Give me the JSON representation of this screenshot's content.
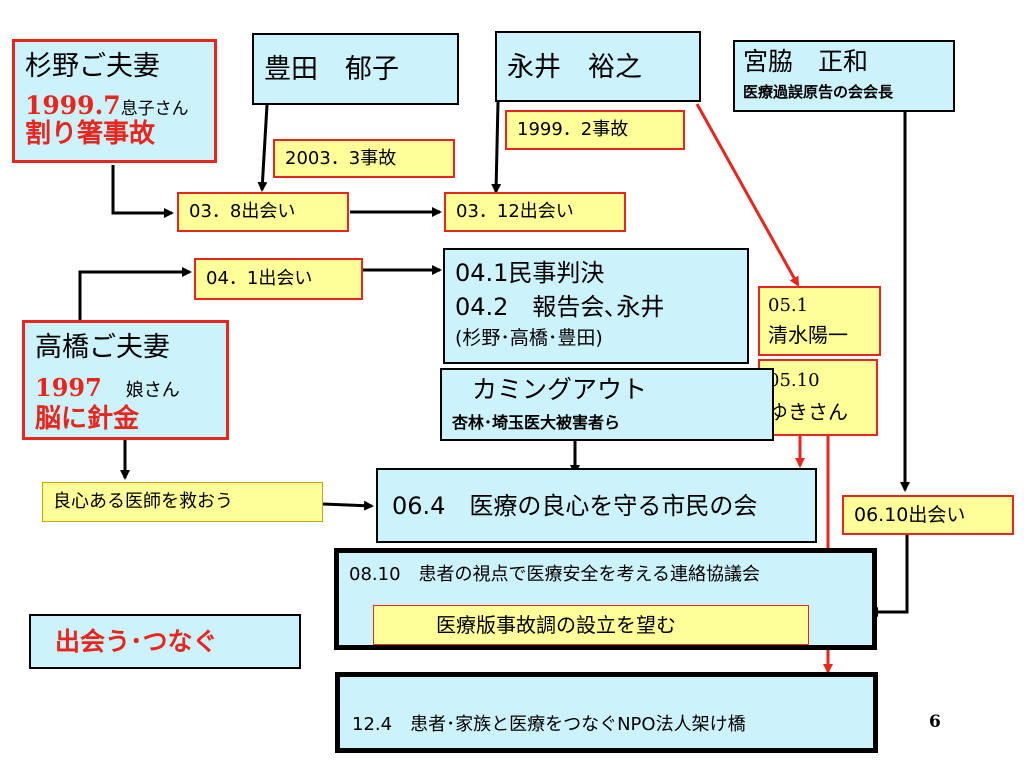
{
  "people": {
    "sugino": {
      "name": "杉野ご夫妻",
      "year": "1999.7",
      "detail": "息子さん",
      "incident": "割り箸事故"
    },
    "toyota": {
      "name": "豊田　郁子"
    },
    "nagai": {
      "name": "永井　裕之"
    },
    "miyawaki": {
      "name": "宮脇　正和",
      "role": "医療過誤原告の会会長"
    },
    "takahashi": {
      "name": "高橋ご夫妻",
      "year": "1997",
      "detail": "娘さん",
      "incident": "脳に針金"
    }
  },
  "events": {
    "toyota_accident": "2003．3事故",
    "nagai_accident": "1999．2事故",
    "meet_0308": "03．8出会い",
    "meet_0312": "03．12出会い",
    "meet_0401": "04．1出会い",
    "meet_0610": "06.10出会い",
    "shimizu_date": "05.1",
    "shimizu_name": "清水陽一",
    "yuki_date": "05.10",
    "yuki_name": "ゆきさん"
  },
  "verdict": {
    "line1": "04.1民事判決",
    "line2": "04.2　報告会､永井",
    "line3": "(杉野･高橋･豊田)"
  },
  "coming_out": {
    "title": "カミングアウト",
    "subtitle": "杏林･埼玉医大被害者ら"
  },
  "save_doctors": "良心ある医師を救おう",
  "citizens_group": "06.4　医療の良心を守る市民の会",
  "council": {
    "title": "08.10　患者の視点で医療安全を考える連絡協議会",
    "goal": "医療版事故調の設立を望む"
  },
  "npo": "12.4　患者･家族と医療をつなぐNPO法人架け橋",
  "slogan": "出会う･つなぐ",
  "page_number": "6",
  "colors": {
    "box_fill": "#ccf2fb",
    "note_fill": "#ffff99",
    "accent_red": "#e8261e"
  }
}
